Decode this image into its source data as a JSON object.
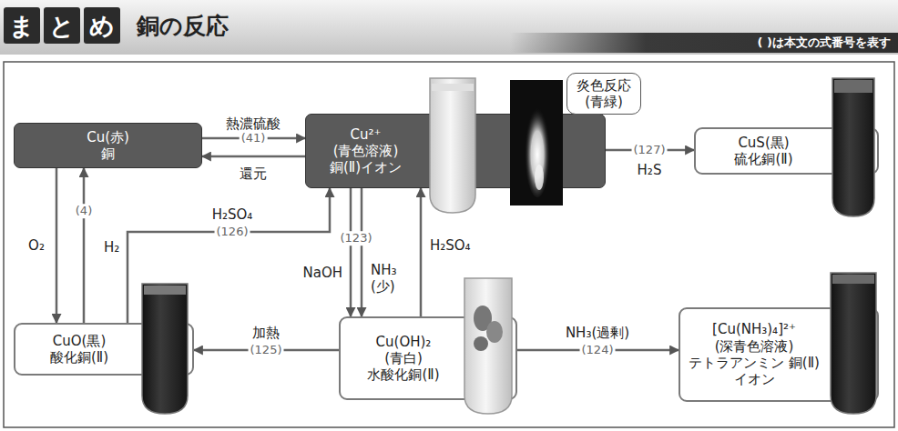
{
  "diagram": {
    "title": "銅の反応",
    "nodes": [
      {
        "text": [
          "ま"
        ]
      },
      {
        "text": [
          "と"
        ]
      },
      {
        "text": [
          "め"
        ]
      },
      {
        "text": [
          "Cu(赤)",
          "銅"
        ]
      },
      {
        "text": [
          "Cu²⁺",
          "(青色溶液)",
          "銅(Ⅱ)イオン"
        ]
      },
      {
        "text": [
          "炎色反応",
          "(青緑)"
        ]
      },
      {
        "text": [
          "CuS(黒)",
          "硫化銅(Ⅱ)"
        ]
      },
      {
        "text": [
          "CuO(黒)",
          "酸化銅(Ⅱ)"
        ]
      },
      {
        "text": [
          "Cu(OH)₂",
          "(青白)",
          "水酸化銅(Ⅱ)"
        ]
      },
      {
        "text": [
          "[Cu(NH₃)₄]²⁺",
          "(深青色溶液)",
          "テトラアンミン 銅(Ⅱ)イオン"
        ]
      }
    ],
    "edges": [
      {
        "from": 3,
        "to": 4,
        "label": "熱濃硫酸",
        "arrow": "to"
      },
      {
        "from": 4,
        "to": 3,
        "label": "還元",
        "arrow": "to"
      },
      {
        "from": 3,
        "to": 7,
        "label": "O₂",
        "arrow": "to"
      },
      {
        "from": 7,
        "to": 3,
        "label": "H₂",
        "arrow": "to"
      },
      {
        "from": 7,
        "to": 4,
        "label": "H₂SO₄",
        "arrow": "to"
      },
      {
        "from": 4,
        "to": 8,
        "label": "NaOH",
        "arrow": "to"
      },
      {
        "from": 4,
        "to": 8,
        "label": "NH₃ (少)",
        "arrow": "to"
      },
      {
        "from": 8,
        "to": 4,
        "label": "H₂SO₄",
        "arrow": "to"
      },
      {
        "from": 8,
        "to": 7,
        "label": "加熱",
        "arrow": "to"
      },
      {
        "from": 8,
        "to": 9,
        "label": "NH₃(過剰)",
        "arrow": "to"
      },
      {
        "from": 4,
        "to": 6,
        "label": "H₂S",
        "arrow": "to"
      }
    ],
    "labels": [
      "( )は本文の式番号を表す",
      "(41)",
      "(4)",
      "(126)",
      "(123)",
      "(125)",
      "(124)",
      "(127)"
    ]
  }
}
